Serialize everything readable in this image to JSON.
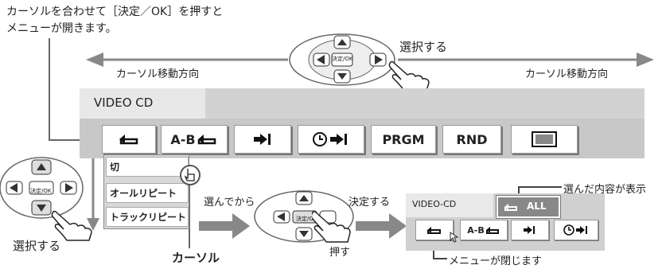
{
  "instruction_line1": "カーソルを合わせて［決定／OK］を押すと",
  "instruction_line2": "メニューが開きます。",
  "cursor_dir_left": "カーソル移動方向",
  "cursor_dir_right": "カーソル移動方向",
  "select_top": "選択する",
  "select_bottom": "選択する",
  "remote_center": "決定/OK",
  "band_label": "VIDEO CD",
  "buttons": {
    "repeat": "",
    "ab": "A-B",
    "skip": "",
    "timer": "",
    "prgm": "PRGM",
    "rnd": "RND",
    "monitor": ""
  },
  "menu_items": [
    "切",
    "オールリピート",
    "トラックリピート"
  ],
  "cursor_label": "カーソル",
  "after_select": "選んでから",
  "decide": "決定する",
  "press": "押す",
  "result_label": "選んだ内容が表示",
  "mini_band": "VIDEO-CD",
  "mini_all": "ALL",
  "mini_ab": "A-B",
  "menu_closes": "メニューが閉じます"
}
